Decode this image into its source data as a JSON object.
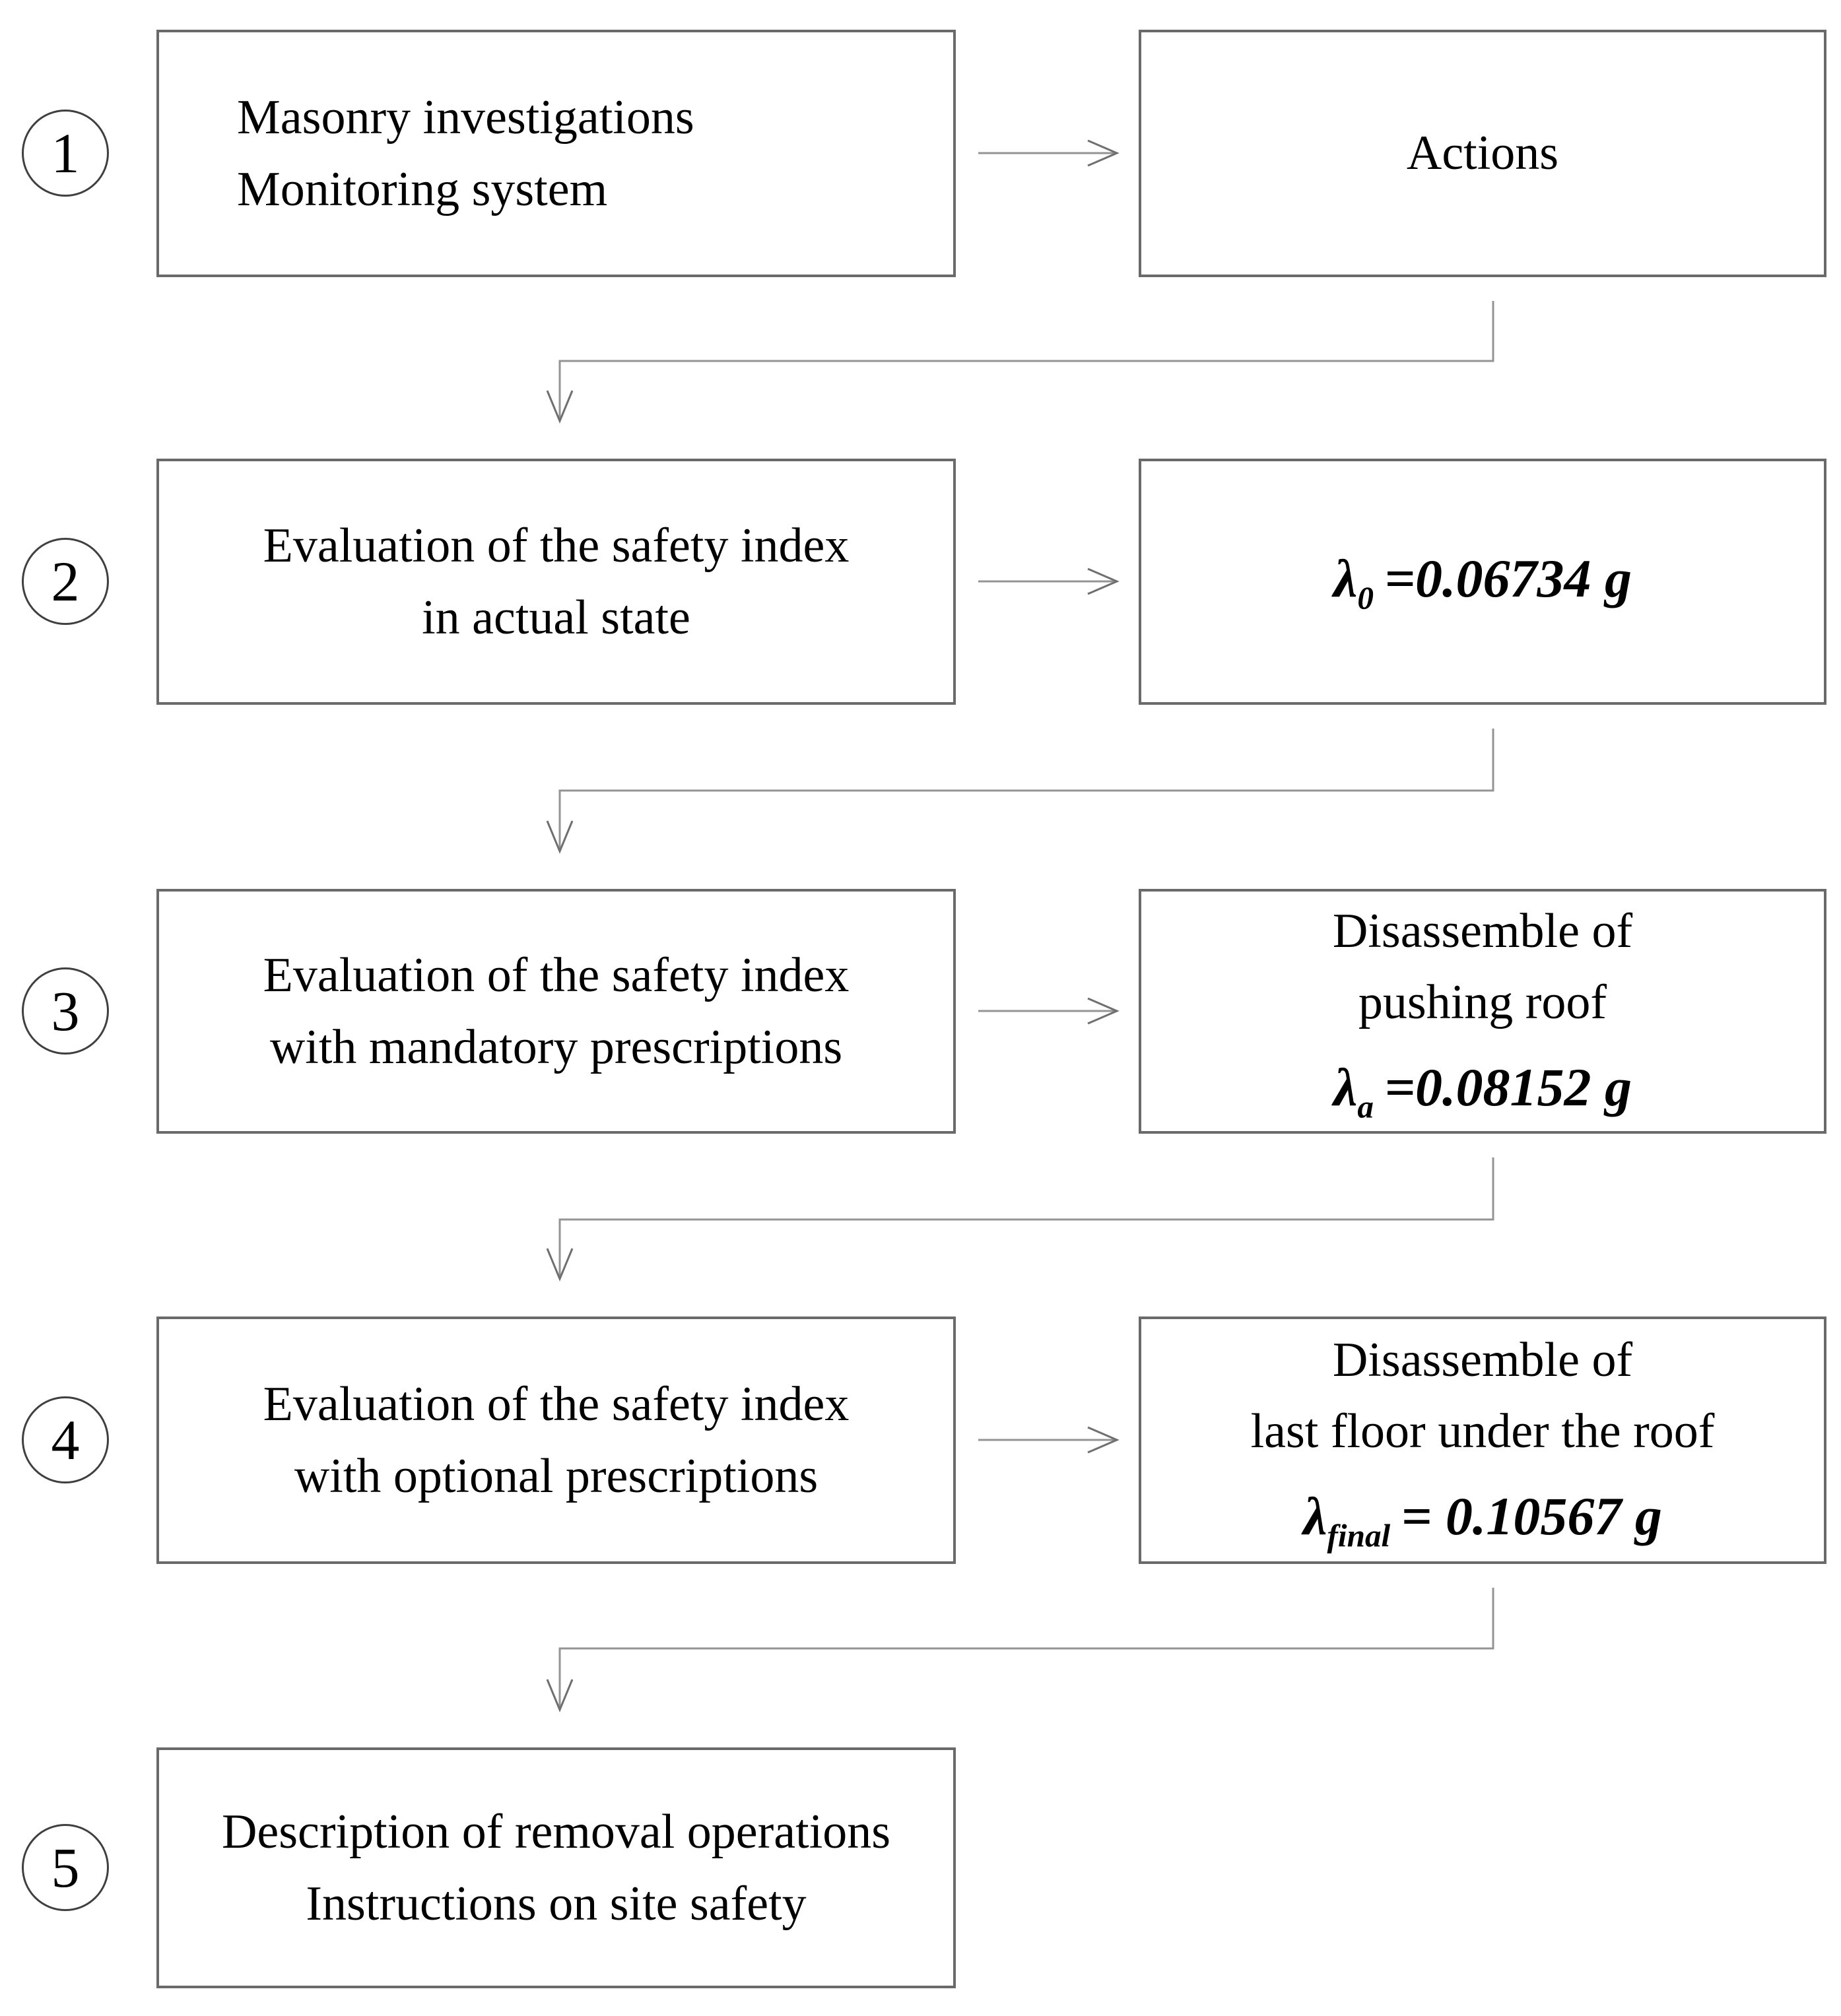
{
  "colors": {
    "background": "#ffffff",
    "text": "#000000",
    "box_border": "#6a6a6a",
    "circle_border": "#3f3f3f",
    "line": "#949494",
    "arrowhead": "#6f6f6f"
  },
  "steps": [
    {
      "number": "1",
      "main_box": {
        "lines": [
          "Masonry investigations",
          "Monitoring system"
        ]
      },
      "result_box": {
        "lines": [
          "Actions"
        ]
      }
    },
    {
      "number": "2",
      "main_box": {
        "lines": [
          "Evaluation of the safety index",
          "in actual state"
        ]
      },
      "result_box": {
        "equation": {
          "symbol": "λ",
          "subscript": "0",
          "value": "=0.06734 g"
        }
      }
    },
    {
      "number": "3",
      "main_box": {
        "lines": [
          "Evaluation of the safety index",
          "with mandatory prescriptions"
        ]
      },
      "result_box": {
        "lines": [
          "Disassemble of",
          "pushing roof"
        ],
        "equation": {
          "symbol": "λ",
          "subscript": "a",
          "value": "=0.08152 g"
        }
      }
    },
    {
      "number": "4",
      "main_box": {
        "lines": [
          "Evaluation of the safety index",
          "with optional prescriptions"
        ]
      },
      "result_box": {
        "lines": [
          "Disassemble of",
          "last floor under the roof"
        ],
        "equation": {
          "symbol": "λ",
          "subscript": "final",
          "value": "= 0.10567 g"
        }
      }
    },
    {
      "number": "5",
      "main_box": {
        "lines": [
          "Description of removal operations",
          "Instructions on site safety"
        ]
      }
    }
  ]
}
